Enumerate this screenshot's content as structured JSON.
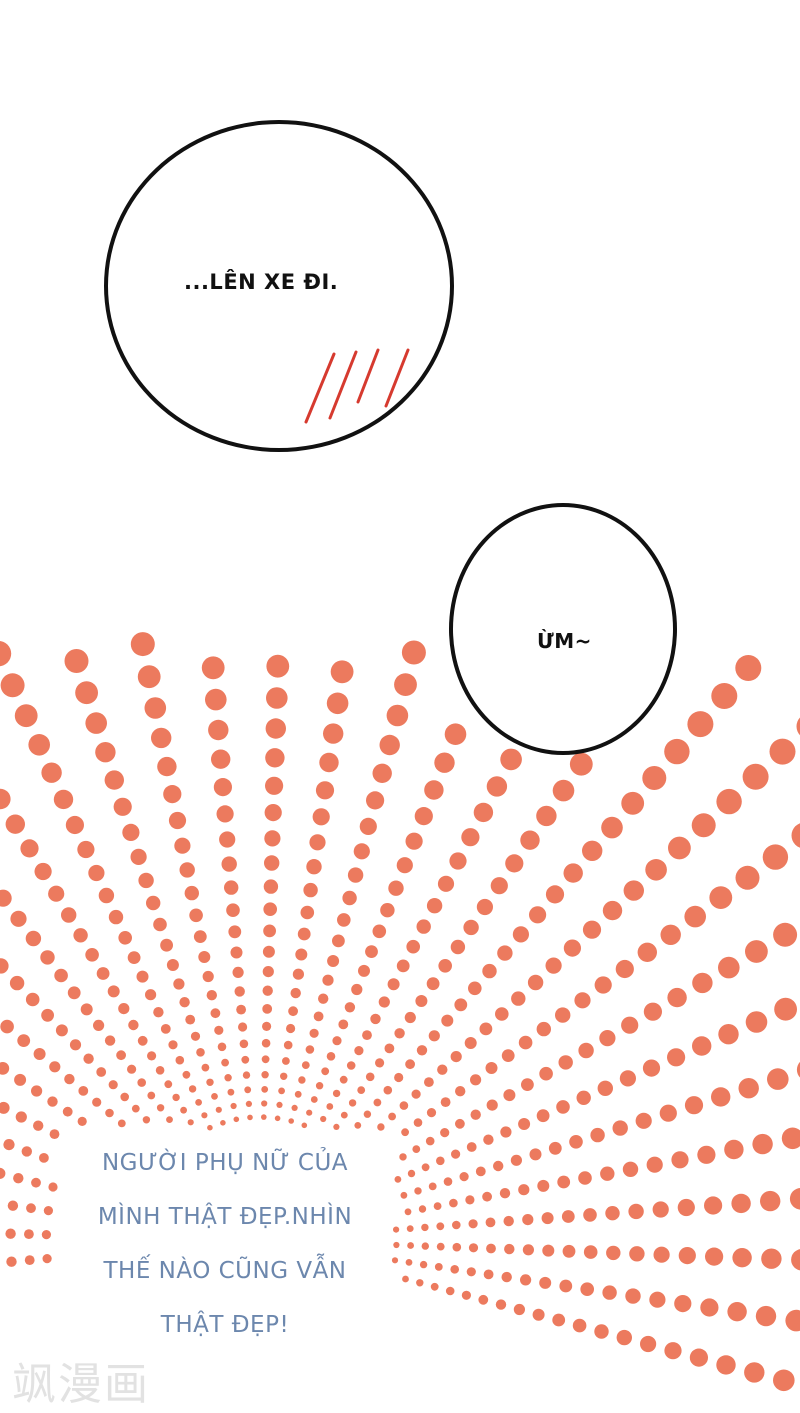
{
  "bubbles": {
    "first": {
      "text": "...LÊN XE ĐI."
    },
    "second": {
      "text": "ỪM~"
    }
  },
  "narration": {
    "lines": [
      "NGƯỜI PHỤ NỮ CỦA",
      "MÌNH THẬT ĐẸP.NHÌN",
      "THẾ NÀO CŨNG VẪN",
      "THẬT ĐẸP!"
    ]
  },
  "watermark": "飒漫画",
  "colors": {
    "dots": "#ec7a5e",
    "narration": "#6c87ad",
    "blush": "#d63a2f",
    "outline": "#111111"
  },
  "icons": [
    "speed-dots-burst",
    "blush-marks"
  ]
}
